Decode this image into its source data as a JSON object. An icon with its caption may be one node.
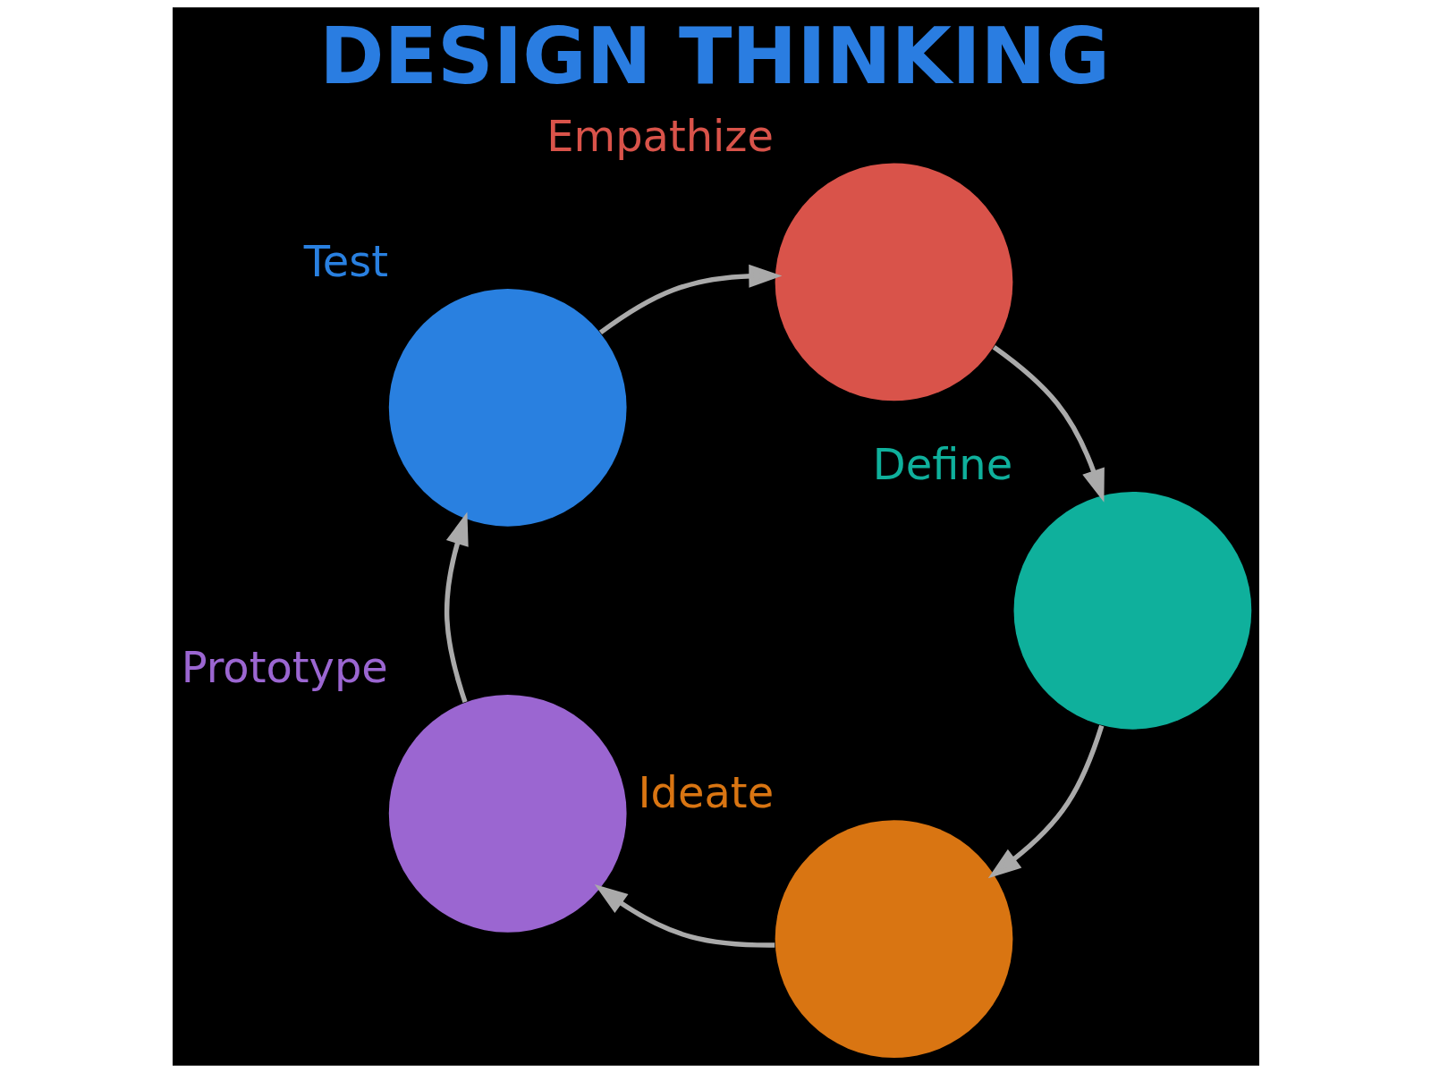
{
  "diagram": {
    "title": "DESIGN THINKING",
    "nodes": [
      {
        "text": [
          "Empathize"
        ]
      },
      {
        "text": [
          "Define"
        ]
      },
      {
        "text": [
          "Ideate"
        ]
      },
      {
        "text": [
          "Prototype"
        ]
      },
      {
        "text": [
          "Test"
        ]
      }
    ],
    "edges": [
      {
        "from": 0,
        "to": 1,
        "arrow": "to"
      },
      {
        "from": 1,
        "to": 2,
        "arrow": "to"
      },
      {
        "from": 2,
        "to": 3,
        "arrow": "to"
      },
      {
        "from": 3,
        "to": 4,
        "arrow": "to"
      },
      {
        "from": 4,
        "to": 0,
        "arrow": "to"
      }
    ]
  }
}
